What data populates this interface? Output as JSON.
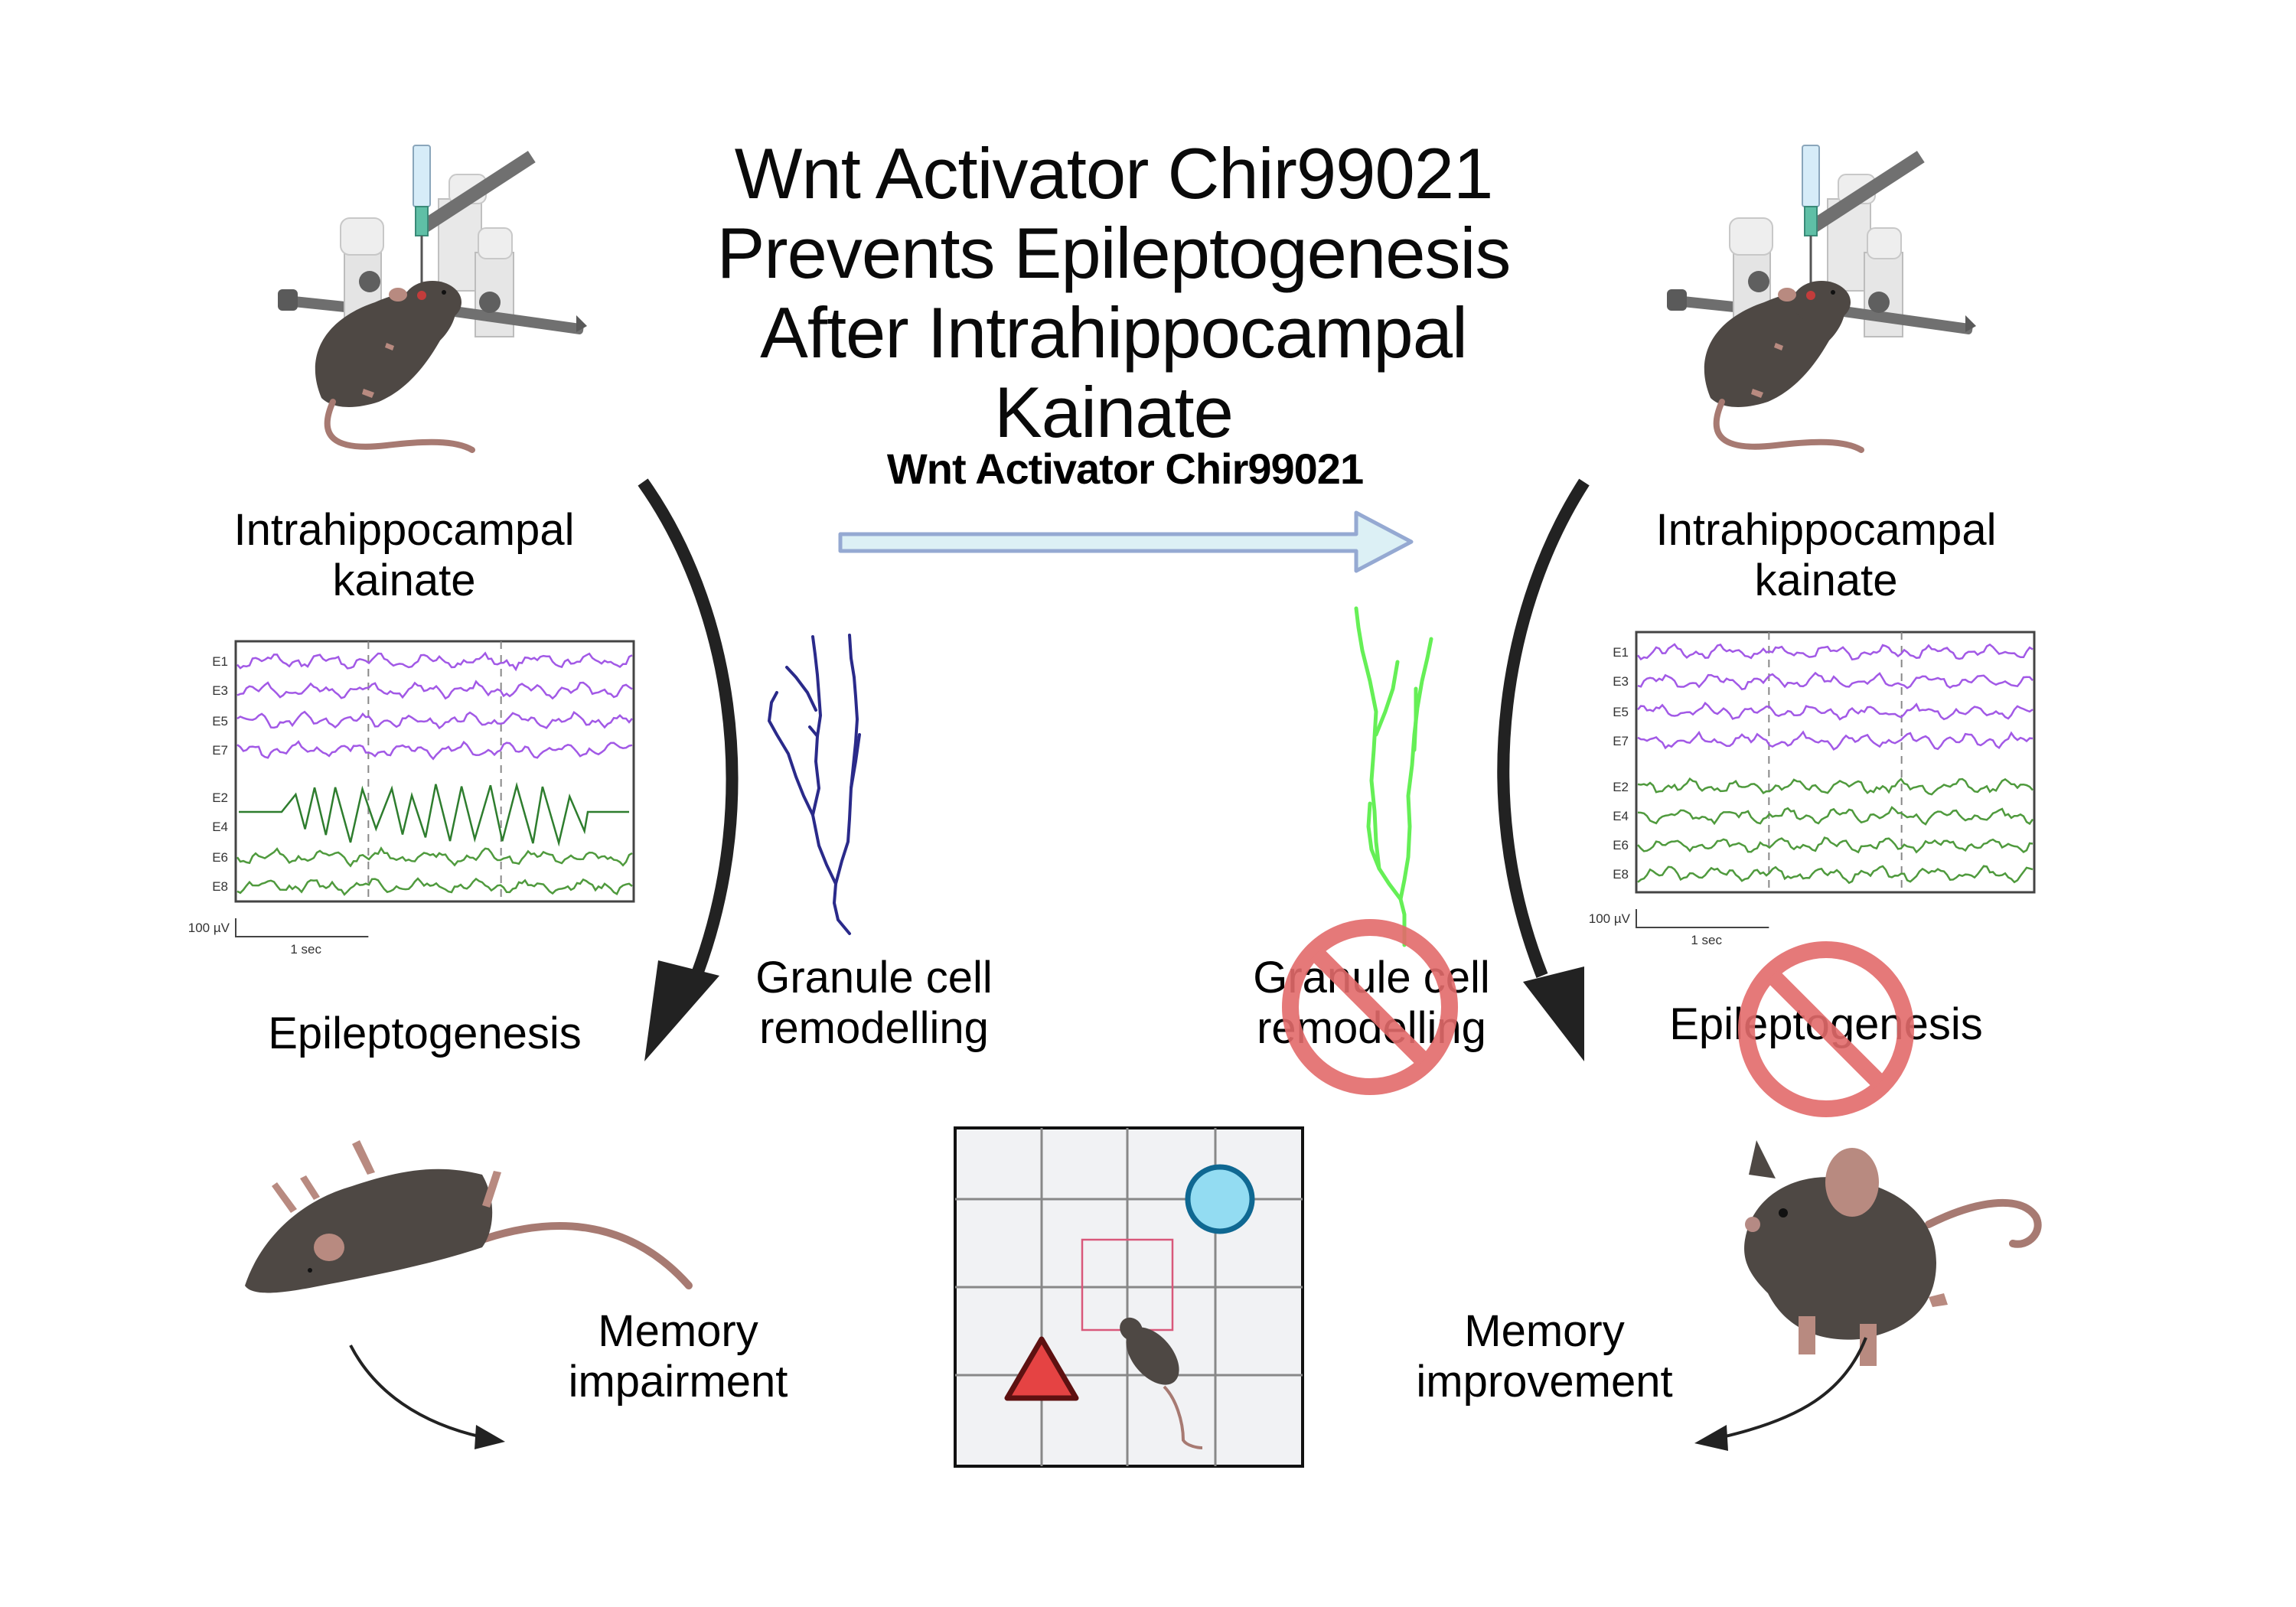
{
  "title": {
    "lines": [
      "Wnt Activator Chir99021",
      "Prevents Epileptogenesis",
      "After Intrahippocampal",
      "Kainate"
    ]
  },
  "treatment_arrow": {
    "label": "Wnt Activator Chir99021",
    "fill_color": "#dcf0f5",
    "stroke_color": "#95a9d2"
  },
  "left_panel": {
    "procedure_label": [
      "Intrahippocampal",
      "kainate"
    ],
    "outcome_label": "Epileptogenesis",
    "granule_label": [
      "Granule cell",
      "remodelling"
    ],
    "memory_label": [
      "Memory",
      "impairment"
    ],
    "eeg": {
      "channels": [
        "E1",
        "E3",
        "E5",
        "E7",
        "E2",
        "E4",
        "E6",
        "E8"
      ],
      "scale_voltage": "100 µV",
      "scale_time": "1 sec",
      "seizure_present": true
    },
    "dendrite_color": "#2a2a8a"
  },
  "right_panel": {
    "procedure_label": [
      "Intrahippocampal",
      "kainate"
    ],
    "outcome_label": "Epileptogenesis",
    "outcome_blocked": true,
    "granule_label": [
      "Granule cell",
      "remodelling"
    ],
    "granule_blocked": true,
    "memory_label": [
      "Memory",
      "improvement"
    ],
    "eeg": {
      "channels": [
        "E1",
        "E3",
        "E5",
        "E7",
        "E2",
        "E4",
        "E6",
        "E8"
      ],
      "scale_voltage": "100 µV",
      "scale_time": "1 sec",
      "seizure_present": false
    },
    "dendrite_color": "#55ee44"
  },
  "maze": {
    "grid": "4x4",
    "cue_shapes": [
      "circle",
      "triangle"
    ],
    "circle_color": "#93dcf2",
    "triangle_color": "#e54343",
    "start_box_color": "#d9587a"
  },
  "colors": {
    "purple_trace": "#a259e6",
    "green_trace": "#4f9a3d",
    "seizure_trace": "#2e7d2e",
    "prohibit": "#e36b6b",
    "mouse_fur": "#4e4844",
    "mouse_skin": "#b88a80"
  }
}
